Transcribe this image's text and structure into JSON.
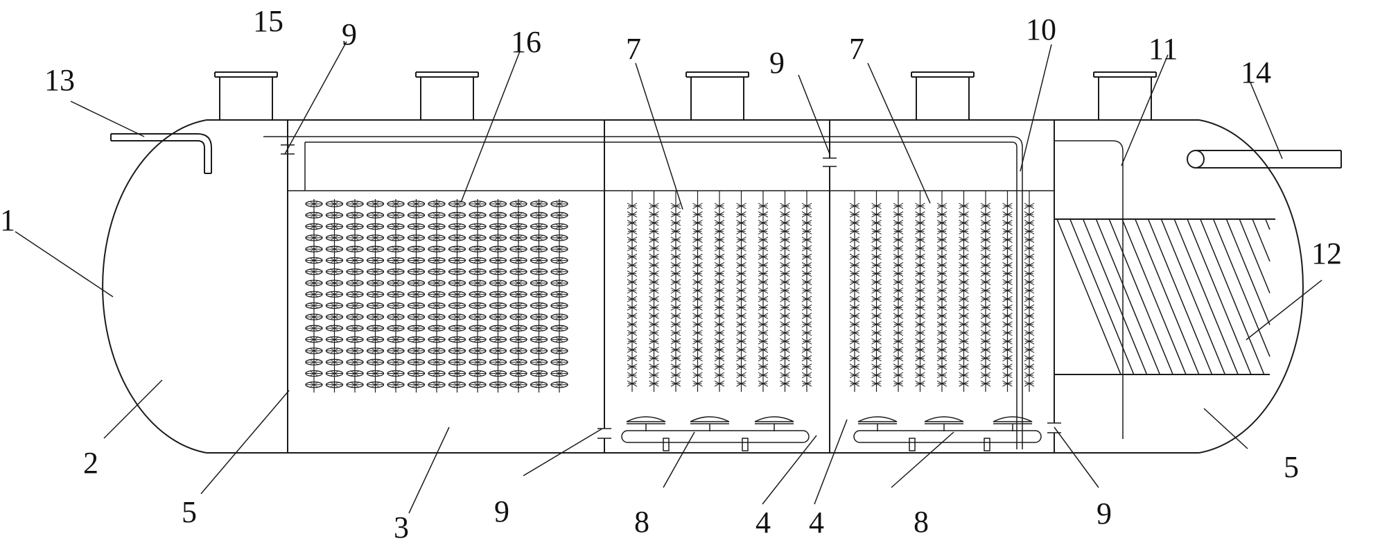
{
  "diagram": {
    "type": "technical-drawing",
    "colors": {
      "line": "#1a1a1a",
      "background": "#ffffff"
    },
    "labels": [
      "1",
      "2",
      "3",
      "4",
      "4",
      "5",
      "5",
      "7",
      "7",
      "8",
      "8",
      "9",
      "9",
      "9",
      "9",
      "10",
      "11",
      "12",
      "13",
      "14",
      "15",
      "16"
    ]
  }
}
